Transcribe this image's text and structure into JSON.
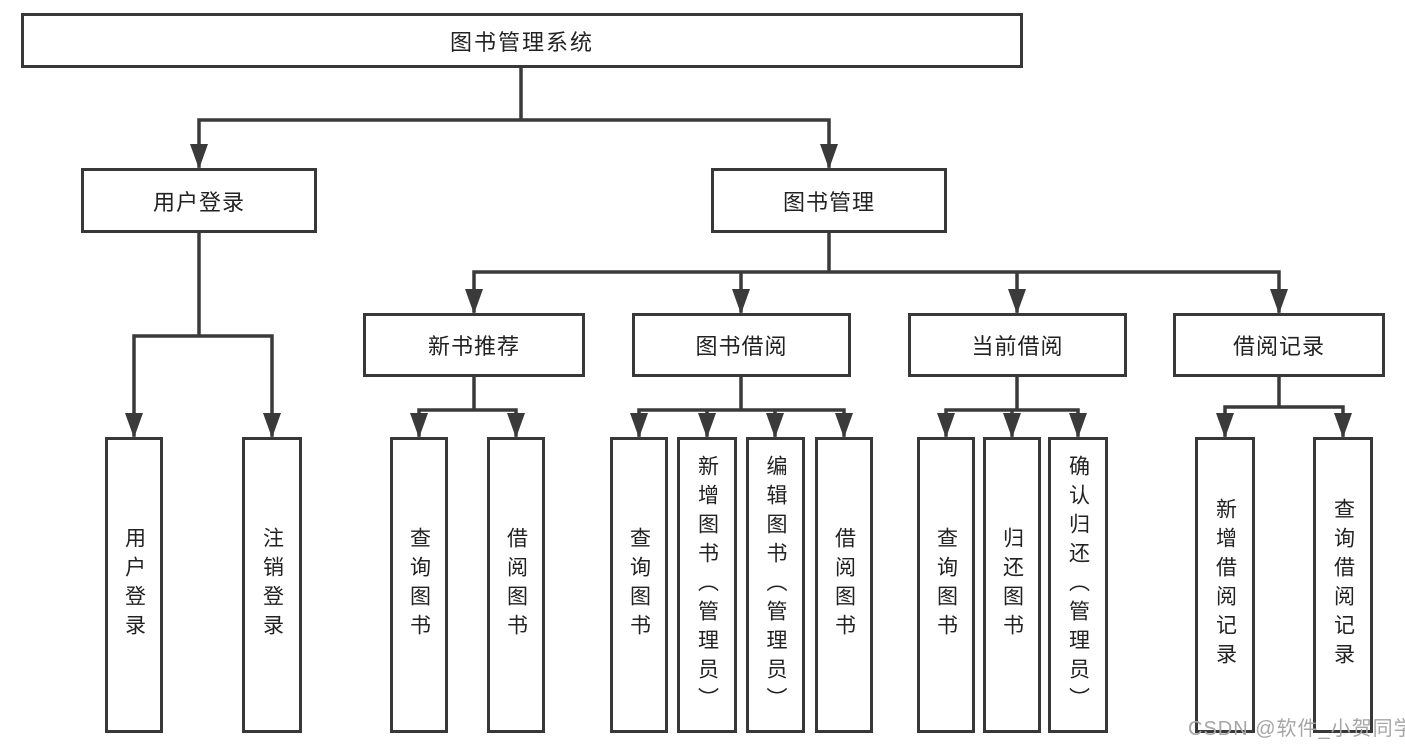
{
  "diagram": {
    "root": {
      "label": "图书管理系统"
    },
    "branches": {
      "user_login": {
        "label": "用户登录",
        "children": [
          "用户登录",
          "注销登录"
        ]
      },
      "book_mgmt": {
        "label": "图书管理",
        "children": {
          "new_book": {
            "label": "新书推荐",
            "children": [
              "查询图书",
              "借阅图书"
            ]
          },
          "book_borrow": {
            "label": "图书借阅",
            "children": [
              "查询图书",
              "新增图书（管理员）",
              "编辑图书（管理员）",
              "借阅图书"
            ]
          },
          "current_borrow": {
            "label": "当前借阅",
            "children": [
              "查询图书",
              "归还图书",
              "确认归还（管理员）"
            ]
          },
          "borrow_record": {
            "label": "借阅记录",
            "children": [
              "新增借阅记录",
              "查询借阅记录"
            ]
          }
        }
      }
    }
  },
  "watermark": "CSDN @软件_小贺同学",
  "colors": {
    "line": "#3a3a3a",
    "box_border": "#383838",
    "text": "#222222",
    "watermark": "#a6a6a6",
    "background": "#ffffff"
  }
}
